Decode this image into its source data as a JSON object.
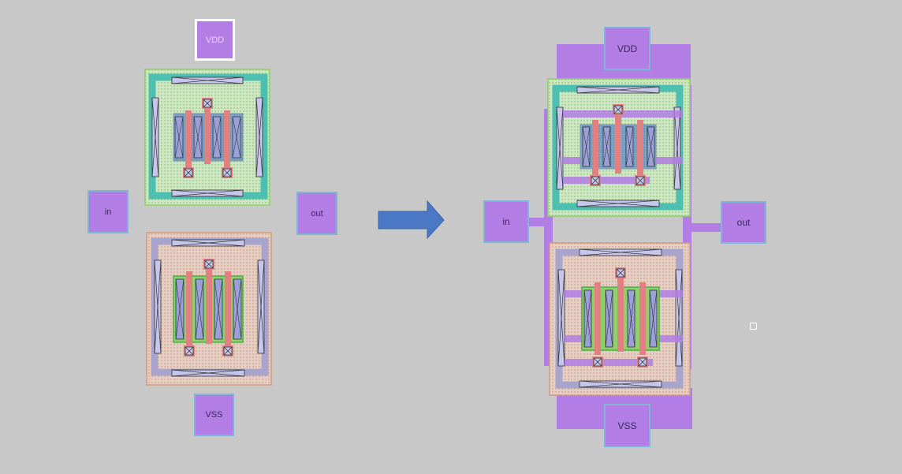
{
  "before": {
    "pins": {
      "vdd": "VDD",
      "vss": "VSS",
      "in": "in",
      "out": "out"
    }
  },
  "after": {
    "pins": {
      "vdd": "VDD",
      "vss": "VSS",
      "in": "in",
      "out": "out"
    }
  },
  "arrow": {
    "color": "#4a78c4"
  },
  "colors": {
    "background": "#c8c8c8",
    "metal1": "#b27de4",
    "pwell_outline": "#8fd06a",
    "nwell_outline": "#d49a7c",
    "poly": "#e08080",
    "contact": "#9aa0d8",
    "diffusion": "#4cbfb0"
  }
}
